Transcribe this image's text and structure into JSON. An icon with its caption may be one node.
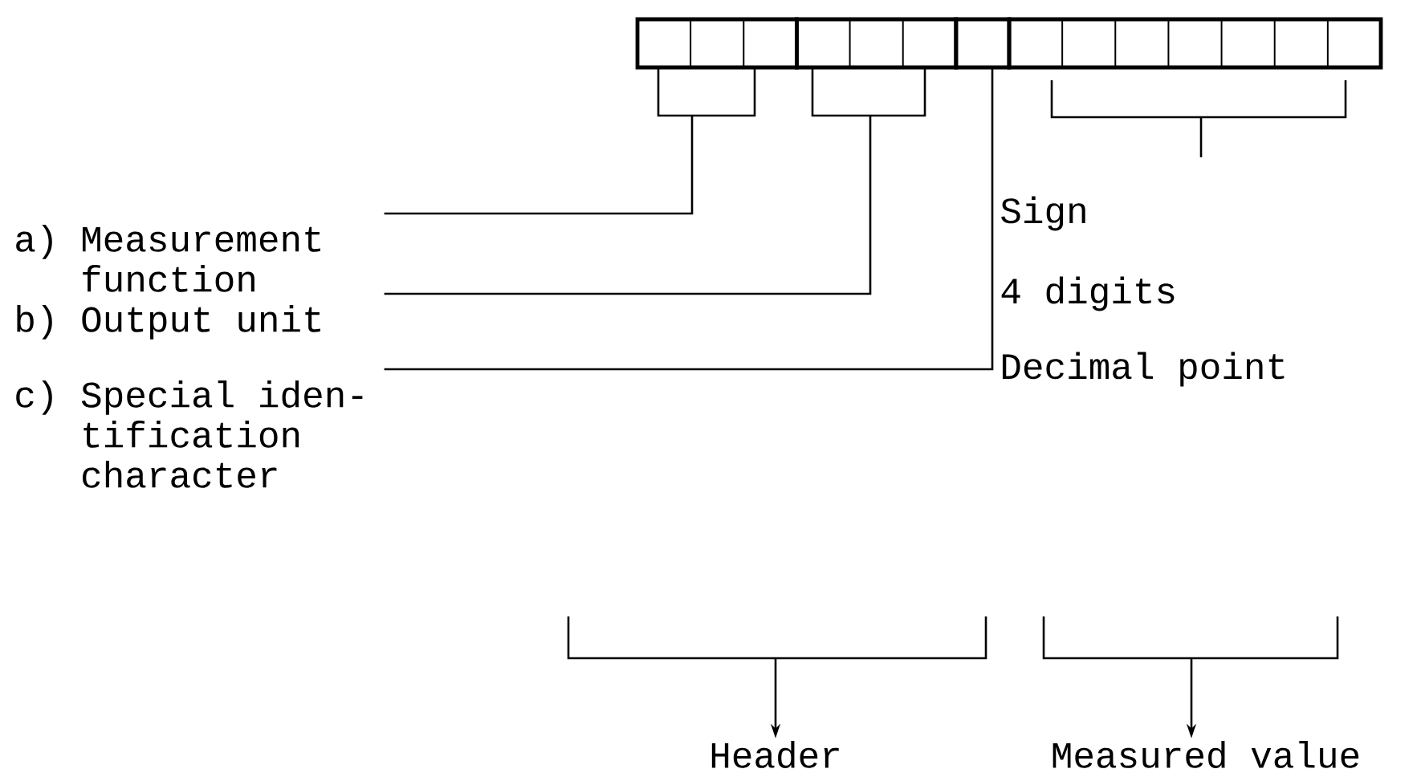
{
  "diagram": {
    "nodes": [
      {
        "text": [],
        "shape": "box"
      },
      {
        "text": [],
        "shape": "box"
      },
      {
        "text": [],
        "shape": "box"
      },
      {
        "text": [],
        "shape": "box"
      },
      {
        "text": [
          "a) Measurement function"
        ]
      },
      {
        "text": [
          "b) Output unit"
        ]
      },
      {
        "text": [
          "c) Special iden- tification character"
        ]
      },
      {
        "text": [
          "Header"
        ]
      },
      {
        "text": [
          "Measured value"
        ]
      }
    ],
    "edges": [
      {
        "from": 4,
        "to": 0,
        "arrow": "none"
      },
      {
        "from": 5,
        "to": 1,
        "arrow": "none"
      },
      {
        "from": 6,
        "to": 2,
        "arrow": "none"
      },
      {
        "from": null,
        "to": 7,
        "arrow": "to"
      },
      {
        "from": null,
        "to": 8,
        "arrow": "to"
      }
    ],
    "labels": [
      "Sign",
      "4 digits",
      "Decimal point"
    ]
  }
}
